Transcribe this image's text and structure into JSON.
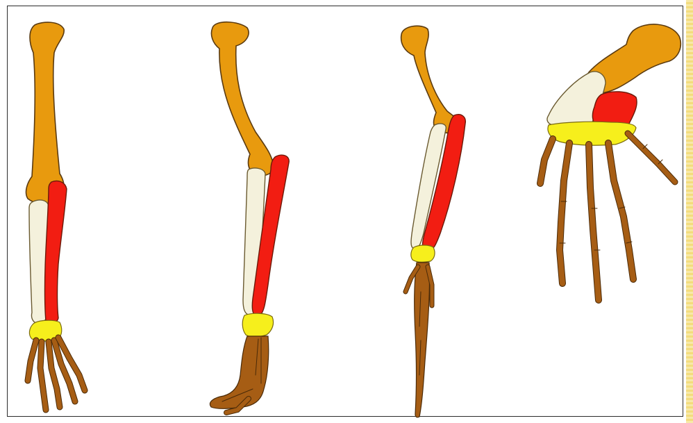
{
  "colors": {
    "humerus": "#e89a0e",
    "radius": "#f21d12",
    "ulna": "#f4f1dc",
    "carpals": "#f6ef1c",
    "digits": "#a65d14",
    "outline": "#5a3a10",
    "frame": "#2a2a2a",
    "edge": "#f3dc7e"
  },
  "limbs": [
    {
      "id": "limb-1"
    },
    {
      "id": "limb-2"
    },
    {
      "id": "limb-3"
    },
    {
      "id": "limb-4"
    }
  ]
}
